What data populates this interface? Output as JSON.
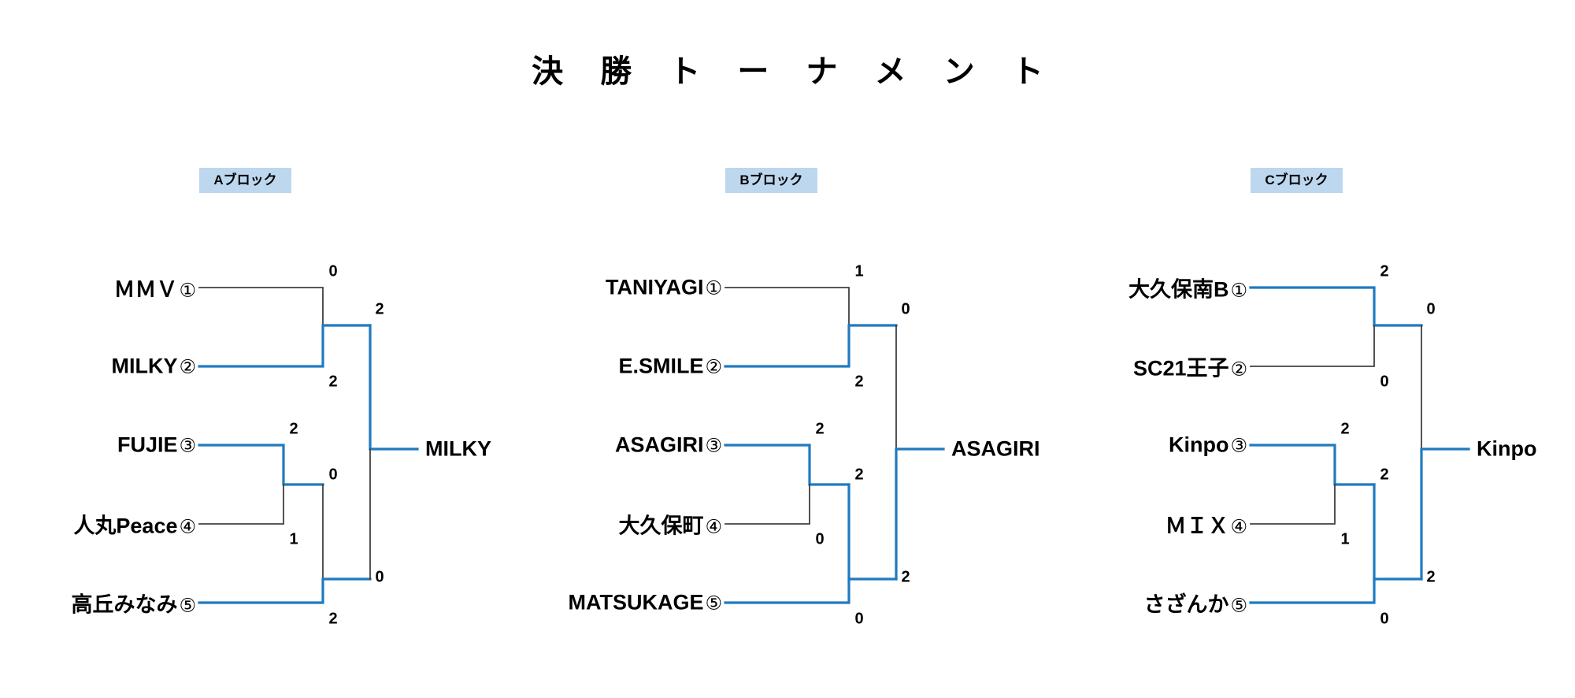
{
  "page": {
    "title": "決 勝 ト ー ナ メ ン ト",
    "title_plain": "決勝トーナメント",
    "background_color": "#ffffff",
    "line_color_default": "#404040",
    "line_color_winner": "#1f7ac0",
    "label_background_color": "#bdd7ee"
  },
  "blocks": [
    {
      "id": "A",
      "label": "Aブロック",
      "winner": "MILKY",
      "teams": [
        {
          "name": "ＭＭＶ",
          "seed": "①"
        },
        {
          "name": "MILKY",
          "seed": "②"
        },
        {
          "name": "FUJIE",
          "seed": "③"
        },
        {
          "name": "人丸Peace",
          "seed": "④"
        },
        {
          "name": "高丘みなみ",
          "seed": "⑤"
        }
      ],
      "matches": [
        {
          "round": 1,
          "top": "ＭＭＶ①",
          "bottom": "MILKY②",
          "top_score": "0",
          "bottom_score": "2",
          "winner": "MILKY"
        },
        {
          "round": 1,
          "top": "FUJIE③",
          "bottom": "人丸Peace④",
          "top_score": "2",
          "bottom_score": "1",
          "winner": "FUJIE"
        },
        {
          "round": 2,
          "top": "FUJIE",
          "bottom": "高丘みなみ⑤",
          "top_score": "0",
          "bottom_score": "2",
          "winner": "高丘みなみ"
        },
        {
          "round": 3,
          "top": "MILKY",
          "bottom": "高丘みなみ",
          "top_score": "2",
          "bottom_score": "0",
          "winner": "MILKY"
        }
      ]
    },
    {
      "id": "B",
      "label": "Bブロック",
      "winner": "ASAGIRI",
      "teams": [
        {
          "name": "TANIYAGI",
          "seed": "①"
        },
        {
          "name": "E.SMILE",
          "seed": "②"
        },
        {
          "name": "ASAGIRI",
          "seed": "③"
        },
        {
          "name": "大久保町",
          "seed": "④"
        },
        {
          "name": "MATSUKAGE",
          "seed": "⑤"
        }
      ],
      "matches": [
        {
          "round": 1,
          "top": "TANIYAGI①",
          "bottom": "E.SMILE②",
          "top_score": "1",
          "bottom_score": "2",
          "winner": "E.SMILE"
        },
        {
          "round": 1,
          "top": "ASAGIRI③",
          "bottom": "大久保町④",
          "top_score": "2",
          "bottom_score": "0",
          "winner": "ASAGIRI"
        },
        {
          "round": 2,
          "top": "ASAGIRI",
          "bottom": "MATSUKAGE⑤",
          "top_score": "2",
          "bottom_score": "0",
          "winner": "ASAGIRI"
        },
        {
          "round": 3,
          "top": "E.SMILE",
          "bottom": "ASAGIRI",
          "top_score": "0",
          "bottom_score": "2",
          "winner": "ASAGIRI"
        }
      ]
    },
    {
      "id": "C",
      "label": "Cブロック",
      "winner": "Kinpo",
      "teams": [
        {
          "name": "大久保南B",
          "seed": "①"
        },
        {
          "name": "SC21王子",
          "seed": "②"
        },
        {
          "name": "Kinpo",
          "seed": "③"
        },
        {
          "name": "ＭＩＸ",
          "seed": "④"
        },
        {
          "name": "さざんか",
          "seed": "⑤"
        }
      ],
      "matches": [
        {
          "round": 1,
          "top": "大久保南B①",
          "bottom": "SC21王子②",
          "top_score": "2",
          "bottom_score": "0",
          "winner": "大久保南B"
        },
        {
          "round": 1,
          "top": "Kinpo③",
          "bottom": "ＭＩＸ④",
          "top_score": "2",
          "bottom_score": "1",
          "winner": "Kinpo"
        },
        {
          "round": 2,
          "top": "Kinpo",
          "bottom": "さざんか⑤",
          "top_score": "2",
          "bottom_score": "0",
          "winner": "Kinpo"
        },
        {
          "round": 3,
          "top": "大久保南B",
          "bottom": "Kinpo",
          "top_score": "0",
          "bottom_score": "2",
          "winner": "Kinpo"
        }
      ]
    }
  ],
  "labels": {
    "a_label": "Aブロック",
    "b_label": "Bブロック",
    "c_label": "Cブロック"
  },
  "teams_text": {
    "a1": "ＭＭＶ",
    "a1s": "①",
    "a2": "MILKY",
    "a2s": "②",
    "a3": "FUJIE",
    "a3s": "③",
    "a4": "人丸Peace",
    "a4s": "④",
    "a5": "高丘みなみ",
    "a5s": "⑤",
    "b1": "TANIYAGI",
    "b1s": "①",
    "b2": "E.SMILE",
    "b2s": "②",
    "b3": "ASAGIRI",
    "b3s": "③",
    "b4": "大久保町",
    "b4s": "④",
    "b5": "MATSUKAGE",
    "b5s": "⑤",
    "c1": "大久保南B",
    "c1s": "①",
    "c2": "SC21王子",
    "c2s": "②",
    "c3": "Kinpo",
    "c3s": "③",
    "c4": "ＭＩＸ",
    "c4s": "④",
    "c5": "さざんか",
    "c5s": "⑤"
  },
  "scores_text": {
    "a_m1_top": "0",
    "a_m1_bot": "2",
    "a_m2_top": "2",
    "a_m2_bot": "1",
    "a_m3_top": "0",
    "a_m3_bot": "2",
    "a_m4_top": "2",
    "a_m4_bot": "0",
    "b_m1_top": "1",
    "b_m1_bot": "2",
    "b_m2_top": "2",
    "b_m2_bot": "0",
    "b_m3_top": "2",
    "b_m3_bot": "0",
    "b_m4_top": "0",
    "b_m4_bot": "2",
    "c_m1_top": "2",
    "c_m1_bot": "0",
    "c_m2_top": "2",
    "c_m2_bot": "1",
    "c_m3_top": "2",
    "c_m3_bot": "0",
    "c_m4_top": "0",
    "c_m4_bot": "2"
  },
  "winners_text": {
    "a": "MILKY",
    "b": "ASAGIRI",
    "c": "Kinpo"
  }
}
